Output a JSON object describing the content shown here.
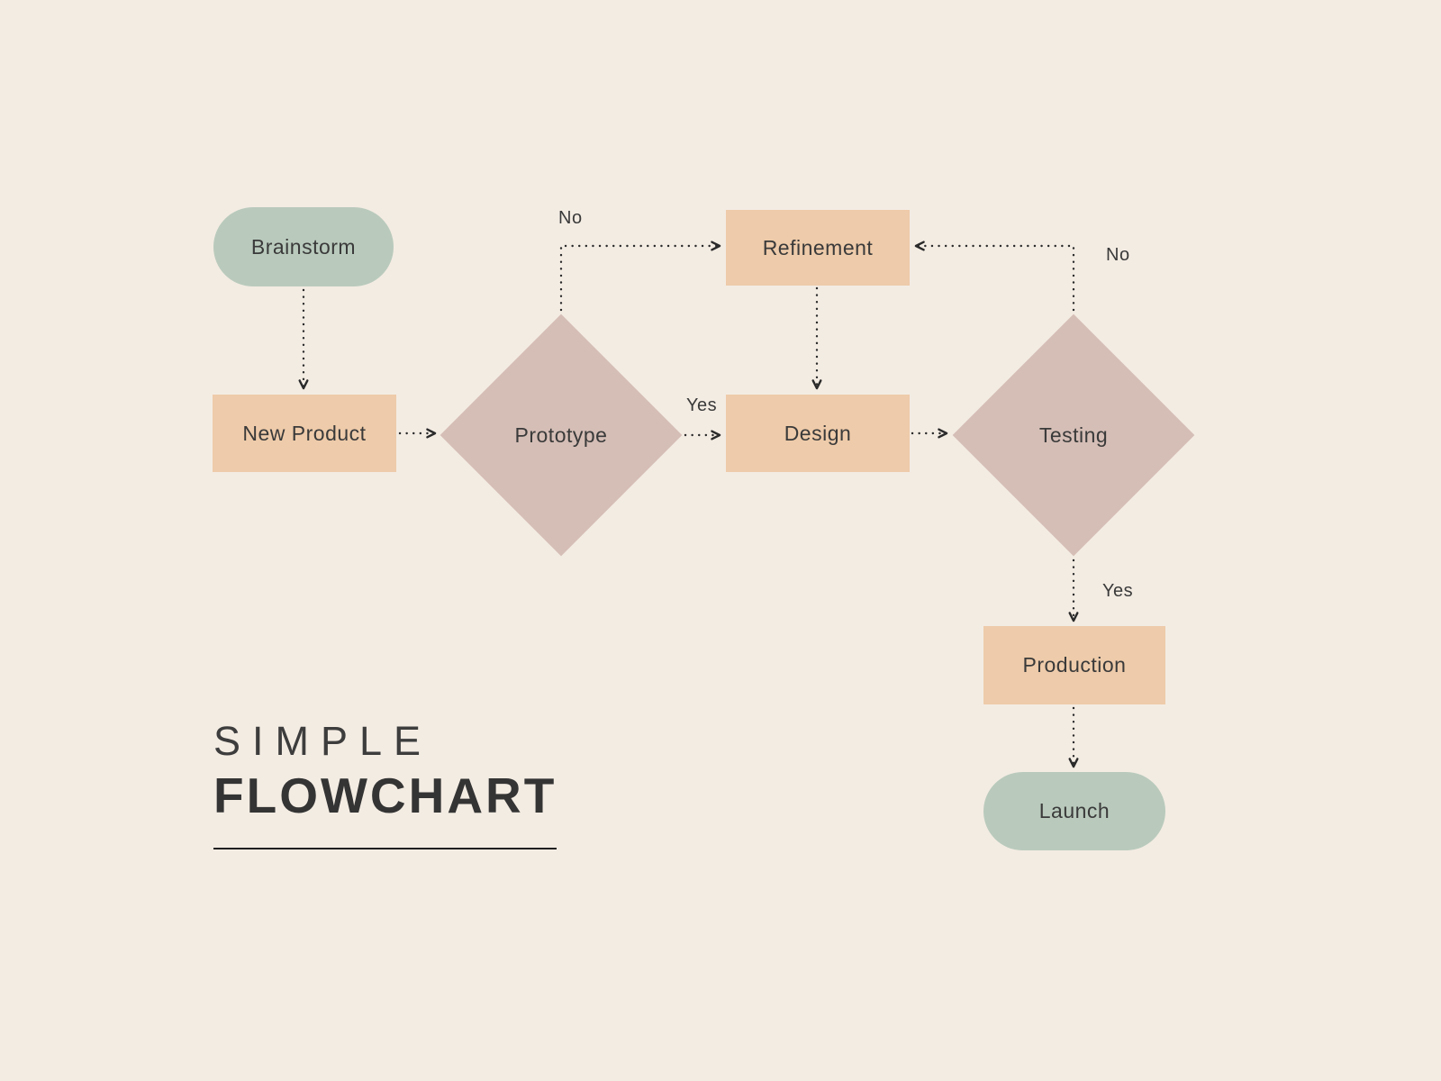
{
  "title": {
    "line1": "SIMPLE",
    "line2": "FLOWCHART"
  },
  "nodes": [
    {
      "id": "brainstorm",
      "label": "Brainstorm",
      "shape": "pill"
    },
    {
      "id": "new-product",
      "label": "New Product",
      "shape": "rect"
    },
    {
      "id": "prototype",
      "label": "Prototype",
      "shape": "diamond"
    },
    {
      "id": "refinement",
      "label": "Refinement",
      "shape": "rect"
    },
    {
      "id": "design",
      "label": "Design",
      "shape": "rect"
    },
    {
      "id": "testing",
      "label": "Testing",
      "shape": "diamond"
    },
    {
      "id": "production",
      "label": "Production",
      "shape": "rect"
    },
    {
      "id": "launch",
      "label": "Launch",
      "shape": "pill"
    }
  ],
  "edges": [
    {
      "from": "brainstorm",
      "to": "new-product",
      "label": ""
    },
    {
      "from": "new-product",
      "to": "prototype",
      "label": ""
    },
    {
      "from": "prototype",
      "to": "refinement",
      "label": "No"
    },
    {
      "from": "prototype",
      "to": "design",
      "label": "Yes"
    },
    {
      "from": "refinement",
      "to": "design",
      "label": ""
    },
    {
      "from": "design",
      "to": "testing",
      "label": ""
    },
    {
      "from": "testing",
      "to": "refinement",
      "label": "No"
    },
    {
      "from": "testing",
      "to": "production",
      "label": "Yes"
    },
    {
      "from": "production",
      "to": "launch",
      "label": ""
    }
  ],
  "edge_labels": {
    "prototype_no": "No",
    "prototype_yes": "Yes",
    "testing_no": "No",
    "testing_yes": "Yes"
  },
  "colors": {
    "background": "#f3ece3",
    "terminator_fill": "#b9cabc",
    "process_fill": "#eecbaa",
    "decision_fill": "#d5beb6",
    "text": "#3a3a3a",
    "connector": "#2a2a2a"
  }
}
